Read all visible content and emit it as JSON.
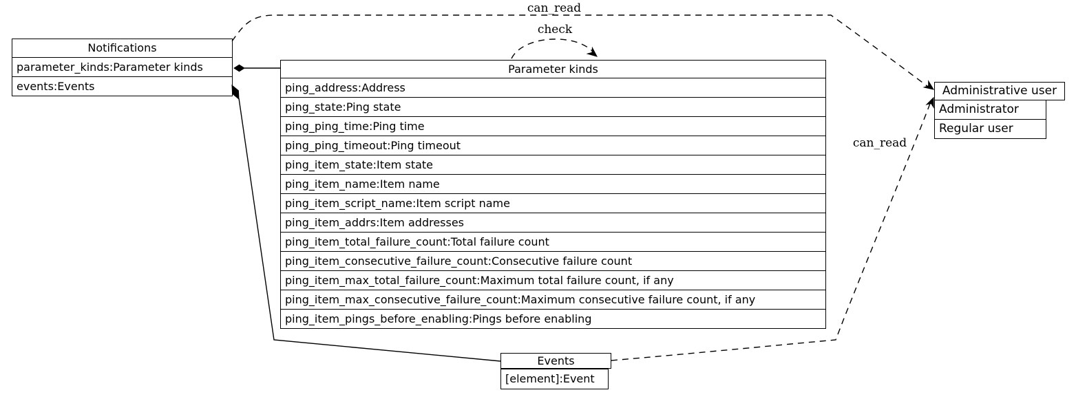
{
  "diagram": {
    "kind": "uml-composition-diagram",
    "background_color": "#ffffff",
    "line_color": "#000000",
    "text_color": "#000000"
  },
  "nodes": {
    "notifications": {
      "title": "Notifications",
      "rows": [
        "parameter_kinds:Parameter kinds",
        "events:Events"
      ]
    },
    "parameter_kinds": {
      "title": "Parameter kinds",
      "rows": [
        "ping_address:Address",
        "ping_state:Ping state",
        "ping_ping_time:Ping time",
        "ping_ping_timeout:Ping timeout",
        "ping_item_state:Item state",
        "ping_item_name:Item name",
        "ping_item_script_name:Item script name",
        "ping_item_addrs:Item addresses",
        "ping_item_total_failure_count:Total failure count",
        "ping_item_consecutive_failure_count:Consecutive failure count",
        "ping_item_max_total_failure_count:Maximum total failure count, if any",
        "ping_item_max_consecutive_failure_count:Maximum consecutive failure count, if any",
        "ping_item_pings_before_enabling:Pings before enabling"
      ]
    },
    "administrative_user": {
      "title": "Administrative user",
      "rows": [
        "Administrator",
        "Regular user"
      ]
    },
    "events": {
      "title": "Events",
      "rows": [
        "[element]:Event"
      ]
    }
  },
  "edges": [
    {
      "label": "can_read",
      "from": "Notifications",
      "to": "Administrative user",
      "style": "dashed",
      "arrowhead": "vee"
    },
    {
      "label": "check",
      "from": "Parameter kinds",
      "to": "Parameter kinds",
      "style": "dashed",
      "arrowhead": "vee"
    },
    {
      "label": "can_read",
      "from": "Events",
      "to": "Administrative user",
      "style": "dashed",
      "arrowhead": "vee"
    },
    {
      "label": "",
      "from": "Notifications:parameter_kinds",
      "to": "Parameter kinds",
      "style": "solid",
      "tail": "filled-diamond"
    },
    {
      "label": "",
      "from": "Notifications:events",
      "to": "Events",
      "style": "solid",
      "tail": "filled-diamond"
    }
  ]
}
